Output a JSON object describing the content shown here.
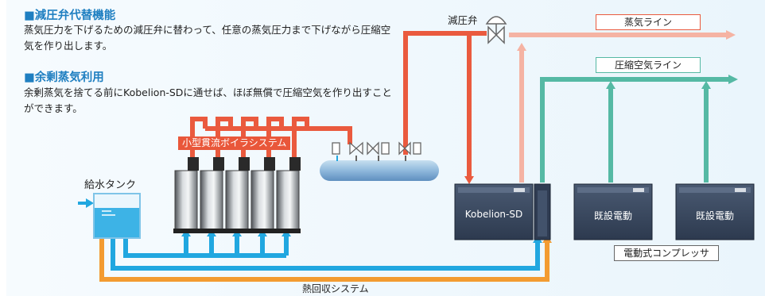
{
  "colors": {
    "steam": "#ea5a3e",
    "steam_light": "#f5b3a3",
    "air": "#55b9a4",
    "water": "#21a7e0",
    "heat_recovery": "#f39b31",
    "heading": "#1f7fc1"
  },
  "section1": {
    "title": "■減圧弁代替機能",
    "text": "蒸気圧力を下げるための減圧弁に替わって、任意の蒸気圧力まで下げながら圧縮空気を作り出します。"
  },
  "section2": {
    "title": "■余剰蒸気利用",
    "text": "余剰蒸気を捨てる前にKobelion-SDに通せば、ほぼ無償で圧縮空気を作り出すことができます。"
  },
  "labels": {
    "pressure_valve": "減圧弁",
    "steam_line": "蒸気ライン",
    "compressed_air_line": "圧縮空気ライン",
    "boiler_system": "小型貫流ボイラシステム",
    "water_tank": "給水タンク",
    "kobelion": "Kobelion-SD",
    "existing_electric_1": "既設電動",
    "existing_electric_2": "既設電動",
    "electric_compressor": "電動式コンプレッサ",
    "heat_recovery": "熱回収システム"
  },
  "icons": [
    "valve-icon",
    "arrow-icon",
    "water-inlet-arrow-icon"
  ]
}
